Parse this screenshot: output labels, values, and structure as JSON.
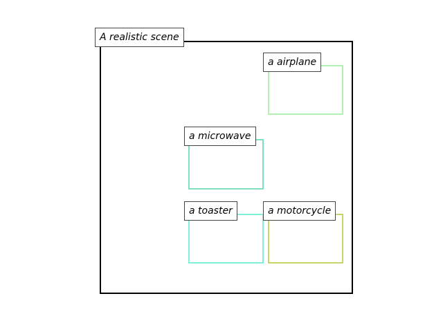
{
  "scene": {
    "title": "A realistic scene"
  },
  "objects": [
    {
      "id": "airplane",
      "label": "a airplane",
      "color": "#b3f0b3"
    },
    {
      "id": "microwave",
      "label": "a microwave",
      "color": "#7fe0bf"
    },
    {
      "id": "toaster",
      "label": "a toaster",
      "color": "#7ff0dc"
    },
    {
      "id": "motorcycle",
      "label": "a motorcycle",
      "color": "#c8d46a"
    }
  ]
}
